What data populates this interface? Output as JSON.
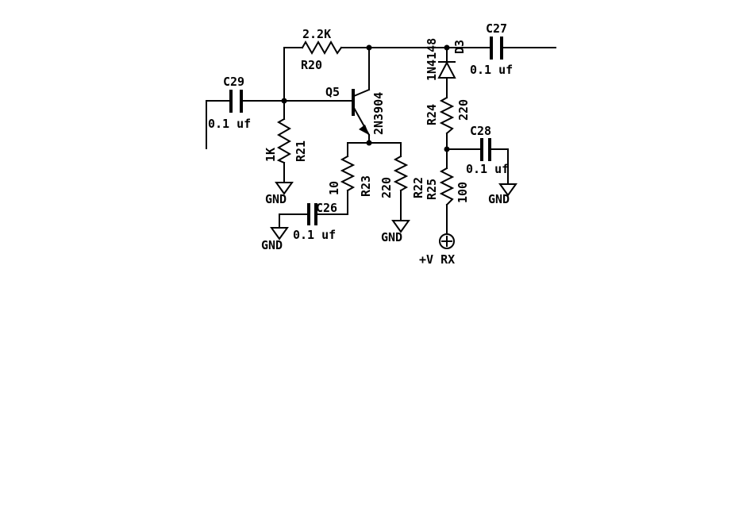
{
  "schematic": {
    "components": {
      "r20": {
        "ref": "R20",
        "value": "2.2K"
      },
      "r21": {
        "ref": "R21",
        "value": "1K"
      },
      "r22": {
        "ref": "R22",
        "value": "220"
      },
      "r23": {
        "ref": "R23",
        "value": "10"
      },
      "r24": {
        "ref": "R24",
        "value": "220"
      },
      "r25": {
        "ref": "R25",
        "value": "100"
      },
      "c26": {
        "ref": "C26",
        "value": "0.1 uf"
      },
      "c27": {
        "ref": "C27",
        "value": "0.1 uf"
      },
      "c28": {
        "ref": "C28",
        "value": "0.1 uf"
      },
      "c29": {
        "ref": "C29",
        "value": "0.1 uf"
      },
      "q5": {
        "ref": "Q5",
        "value": "2N3904"
      },
      "d3": {
        "ref": "D3",
        "value": "1N4148"
      }
    },
    "ground_label": "GND",
    "supply_label": "+V RX"
  }
}
